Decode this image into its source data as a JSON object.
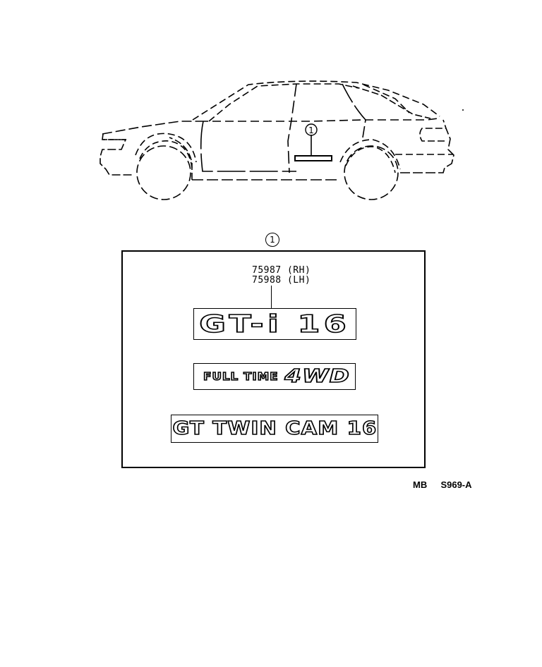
{
  "diagram": {
    "type": "parts-illustration",
    "subject": "Vehicle side view with door emblem location",
    "callout_car": "1",
    "callout_panel": "1"
  },
  "panel": {
    "part_numbers": [
      {
        "number": "75987",
        "side": "(RH)"
      },
      {
        "number": "75988",
        "side": "(LH)"
      }
    ],
    "part_numbers_text": "75987 (RH)\n75988 (LH)",
    "badges": [
      {
        "id": "gti16",
        "text": "GT-i 16"
      },
      {
        "id": "fulltime4wd",
        "text_left": "FULL TIME",
        "text_right": "4WD"
      },
      {
        "id": "gttwincam16",
        "text": "GT TWIN CAM 16"
      }
    ]
  },
  "footer": {
    "ref_code": "MB  S969-A"
  }
}
